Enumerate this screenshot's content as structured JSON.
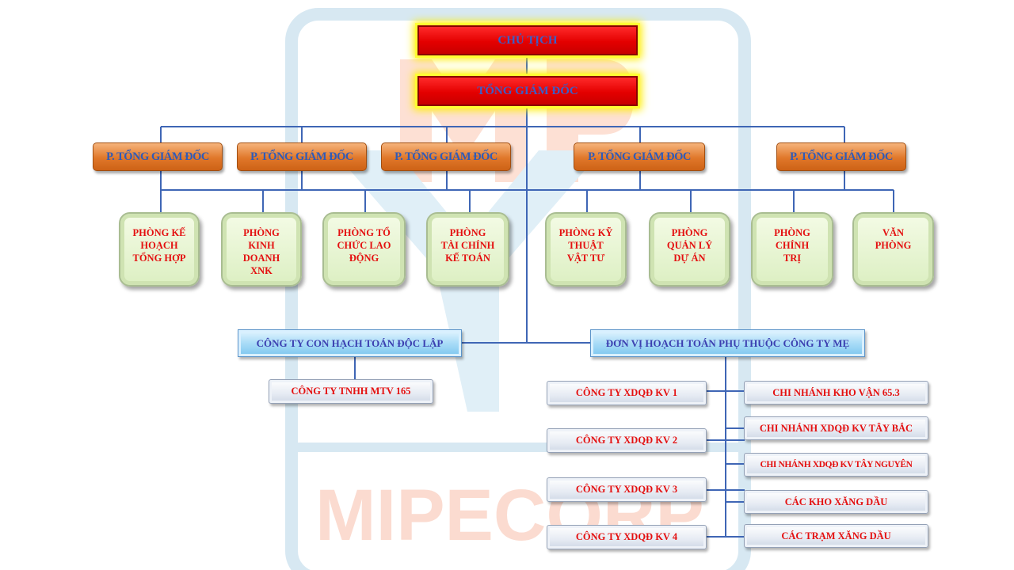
{
  "watermark": {
    "text": "MIPECORP"
  },
  "colors": {
    "top": "#e40000",
    "deputy": "#e0772a",
    "dept": "#dcefc2",
    "unit": "#a9dcf7",
    "branch": "#e6ebf3",
    "line": "#3f66b5",
    "title_text": "#3a5fc8",
    "dept_text": "#e41010"
  },
  "chairman": "CHỦ TỊCH",
  "ceo": "TỔNG GIÁM ĐỐC",
  "deputies": [
    "P. TỔNG GIÁM ĐỐC",
    "P. TỔNG GIÁM ĐỐC",
    "P. TỔNG GIÁM ĐỐC",
    "P. TỔNG GIÁM ĐỐC",
    "P. TỔNG GIÁM ĐỐC"
  ],
  "departments": [
    [
      "PHÒNG KẾ",
      "HOẠCH",
      "TỔNG HỢP"
    ],
    [
      "PHÒNG",
      "KINH",
      "DOANH",
      "XNK"
    ],
    [
      "PHÒNG TỔ",
      "CHỨC LAO",
      "ĐỘNG"
    ],
    [
      "PHÒNG",
      "TÀI CHÍNH",
      "KẾ TOÁN"
    ],
    [
      "PHÒNG KỸ",
      "THUẬT",
      "VẬT TƯ"
    ],
    [
      "PHÒNG",
      "QUẢN LÝ",
      "DỰ ÁN"
    ],
    [
      "PHÒNG",
      "CHÍNH",
      "TRỊ"
    ],
    [
      "VĂN",
      "PHÒNG"
    ]
  ],
  "subsidiary_group": "CÔNG TY CON HẠCH TOÁN ĐỘC LẬP",
  "subsidiary": "CÔNG TY TNHH MTV 165",
  "dependent_group": "ĐƠN VỊ HOẠCH TOÁN PHỤ THUỘC CÔNG TY MẸ",
  "companies": [
    "CÔNG TY XDQĐ KV 1",
    "CÔNG TY XDQĐ KV 2",
    "CÔNG TY XDQĐ KV 3",
    "CÔNG TY XDQĐ KV 4"
  ],
  "branches": [
    "CHI NHÁNH KHO VẬN 65.3",
    "CHI NHÁNH XDQĐ KV TÂY BẮC",
    "CHI NHÁNH XDQĐ KV TÂY NGUYÊN",
    "CÁC KHO XĂNG DẦU",
    "CÁC TRẠM XĂNG DẦU"
  ]
}
